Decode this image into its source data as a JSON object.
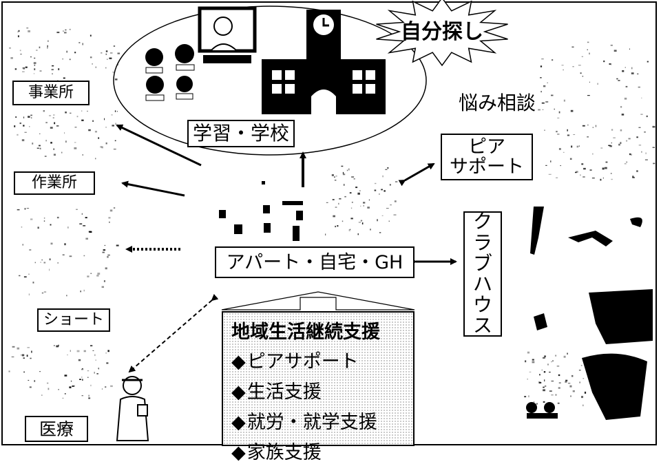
{
  "burst_label": "自分探し",
  "labels": {
    "jigyousho": "事業所",
    "sagyousho": "作業所",
    "short": "ショート",
    "iryou": "医療",
    "gakushu": "学習・学校",
    "nayami": "悩み相談",
    "peer_line1": "ピア",
    "peer_line2": "サポート",
    "home": "アパート・自宅・GH",
    "clubhouse": [
      "ク",
      "ラ",
      "ブ",
      "ハ",
      "ウ",
      "ス"
    ]
  },
  "support": {
    "title": "地域生活継続支援",
    "bullet": "◆",
    "items": [
      "ピアサポート",
      "生活支援",
      "就労・就学支援",
      "家族支援"
    ]
  }
}
